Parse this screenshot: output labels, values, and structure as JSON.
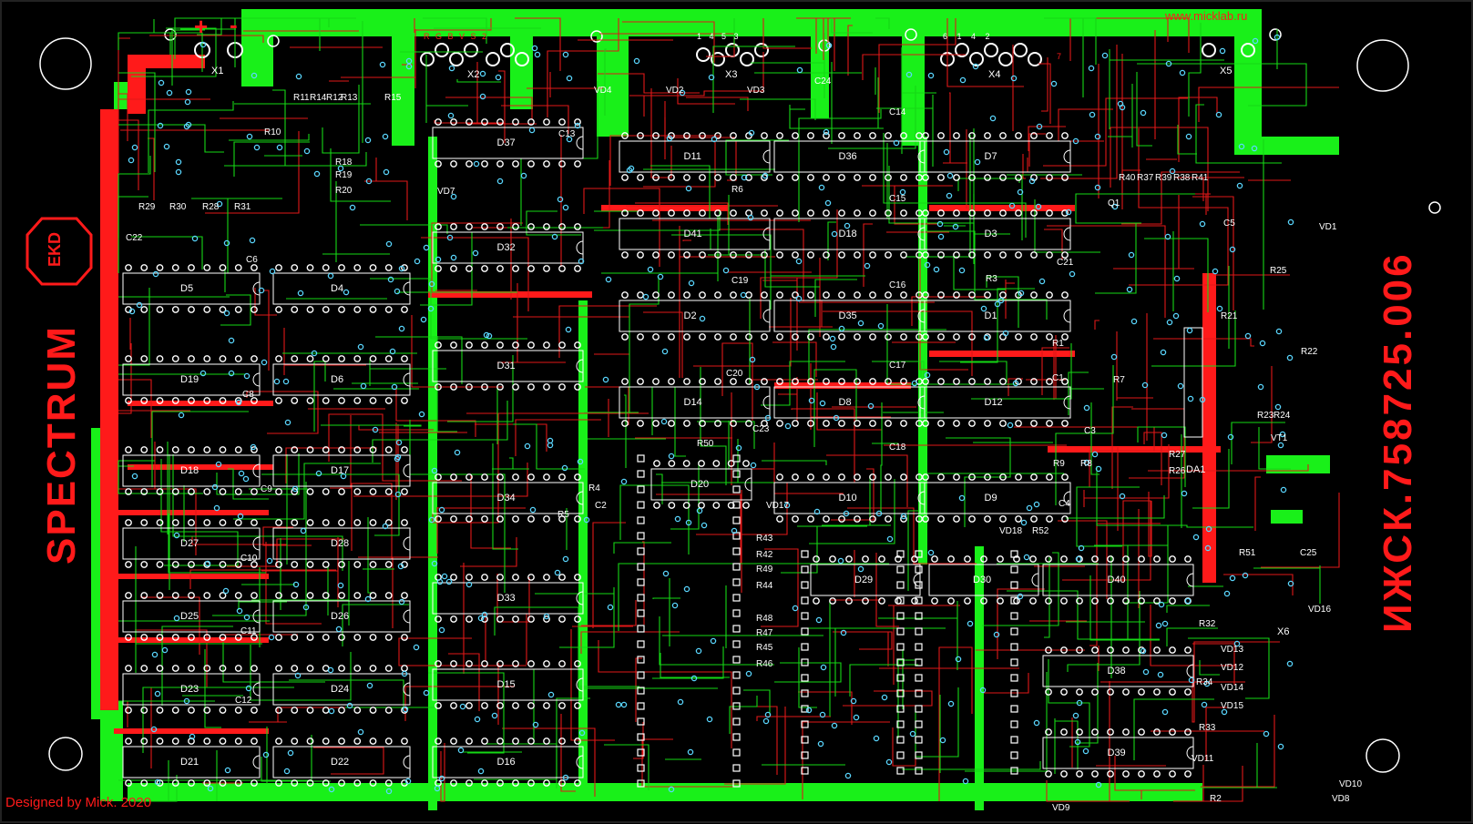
{
  "board": {
    "site_url": "www.micklab.ru",
    "designer": "Designed by Mick. 2020",
    "side_title": "SPECTRUM",
    "part_number": "ИЖСК.758725.006",
    "logo_text": "EKD",
    "power_plus": "+",
    "power_minus": "-"
  },
  "connectors": {
    "x1": "X1",
    "x2": "X2",
    "x3": "X3",
    "x4": "X4",
    "x5": "X5",
    "x6": "X6",
    "x2_pins": "R G B  V S 2",
    "x3_pins": "1 4  5 3",
    "x4_pins": "6 1 4 2",
    "x4_pin7": "7"
  },
  "chips": [
    {
      "id": "D37"
    },
    {
      "id": "D11"
    },
    {
      "id": "D36"
    },
    {
      "id": "D7"
    },
    {
      "id": "D32"
    },
    {
      "id": "D41"
    },
    {
      "id": "D18"
    },
    {
      "id": "D3"
    },
    {
      "id": "D5"
    },
    {
      "id": "D4"
    },
    {
      "id": "D2"
    },
    {
      "id": "D35"
    },
    {
      "id": "D1"
    },
    {
      "id": "D19"
    },
    {
      "id": "D6"
    },
    {
      "id": "D31"
    },
    {
      "id": "D14"
    },
    {
      "id": "D8"
    },
    {
      "id": "D12"
    },
    {
      "id": "D18"
    },
    {
      "id": "D17"
    },
    {
      "id": "D34"
    },
    {
      "id": "D10"
    },
    {
      "id": "D9"
    },
    {
      "id": "D27"
    },
    {
      "id": "D28"
    },
    {
      "id": "D33"
    },
    {
      "id": "D20"
    },
    {
      "id": "D29"
    },
    {
      "id": "D30"
    },
    {
      "id": "D40"
    },
    {
      "id": "D25"
    },
    {
      "id": "D26"
    },
    {
      "id": "D15"
    },
    {
      "id": "D38"
    },
    {
      "id": "D23"
    },
    {
      "id": "D24"
    },
    {
      "id": "D21"
    },
    {
      "id": "D22"
    },
    {
      "id": "D16"
    },
    {
      "id": "D39"
    },
    {
      "id": "DA1"
    }
  ],
  "parts": [
    "R11",
    "R14",
    "R12",
    "R13",
    "R10",
    "R15",
    "R18",
    "R19",
    "R20",
    "VD7",
    "R29",
    "R30",
    "R28",
    "R31",
    "C22",
    "C6",
    "C13",
    "VD4",
    "VD2",
    "VD3",
    "C24",
    "C14",
    "C15",
    "R6",
    "C19",
    "C16",
    "C20",
    "C23",
    "R50",
    "C17",
    "C18",
    "VD17",
    "C8",
    "C9",
    "C10",
    "C11",
    "C12",
    "R4",
    "R5",
    "C2",
    "R43",
    "R42",
    "R49",
    "R44",
    "R48",
    "R47",
    "R45",
    "R46",
    "VD18",
    "R52",
    "R3",
    "C21",
    "R1",
    "C1",
    "C3",
    "R7",
    "R9",
    "R8",
    "C4",
    "R40",
    "R37",
    "R39",
    "R38",
    "R41",
    "Q1",
    "C5",
    "VD1",
    "R25",
    "R21",
    "R22",
    "R23",
    "R24",
    "VT1",
    "R27",
    "R26",
    "R51",
    "C25",
    "VD16",
    "R32",
    "R33",
    "R34",
    "VD10",
    "VD8",
    "VD9",
    "R2",
    "VD11",
    "VD12",
    "VD13",
    "VD14",
    "VD15"
  ]
}
